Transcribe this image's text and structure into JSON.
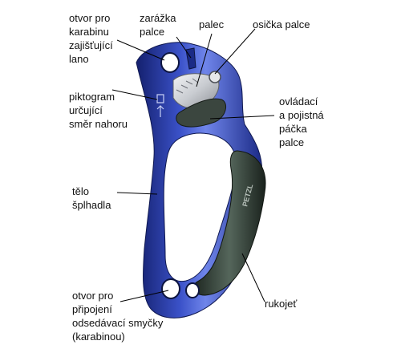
{
  "labels": {
    "carabiner_hole": "otvor pro\nkarabinu\nzajišťující\nlano",
    "cam_stop": "zarážka\npalce",
    "cam": "palec",
    "cam_axle": "osička palce",
    "up_pictogram": "piktogram\nurčující\nsměr nahoru",
    "safety_catch": "ovládací\na pojistná\npáčka\npalce",
    "body": "tělo\nšplhadla",
    "handle": "rukojeť",
    "lanyard_hole": "otvor pro\npřipojení\nodsedávací smyčky\n(karabinou)"
  },
  "handle_brand": "PETZL",
  "colors": {
    "body_blue": "#2f45b8",
    "body_highlight": "#6f85ea",
    "body_shadow": "#14206e",
    "handle_rubber": "#2d3a33",
    "handle_highlight": "#55665b",
    "cam_metal": "#c9ccd1"
  }
}
